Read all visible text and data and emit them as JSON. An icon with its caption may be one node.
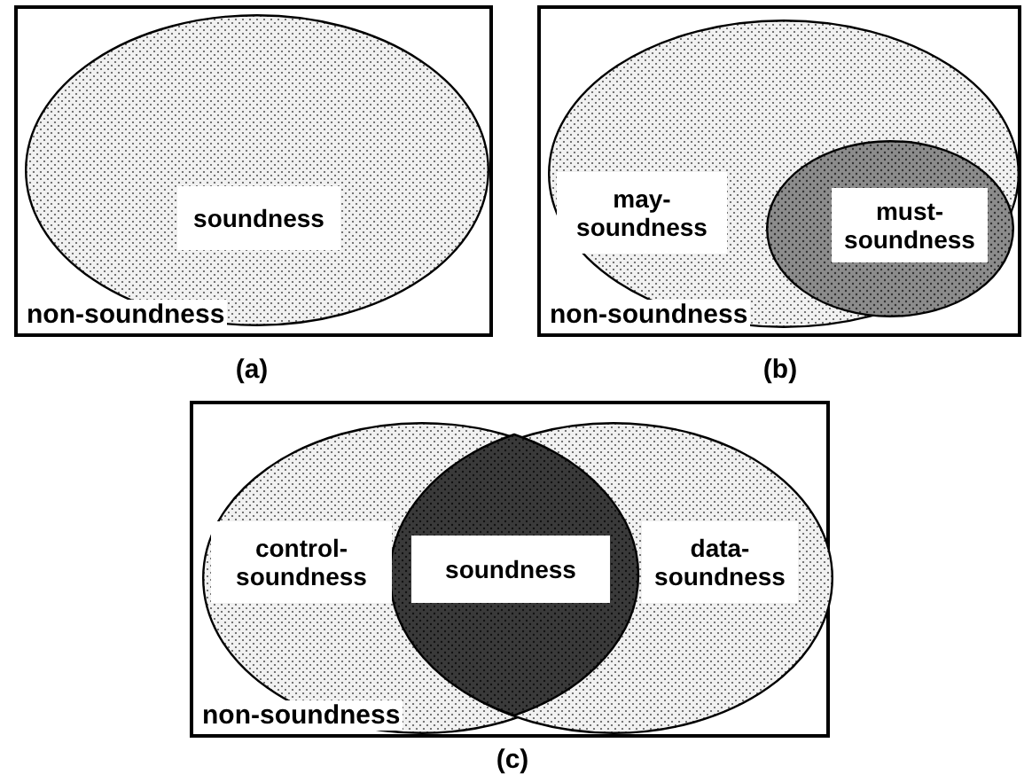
{
  "diagram": {
    "nodes": [
      {
        "text": [
          "non-soundness"
        ]
      },
      {
        "text": [
          "soundness"
        ],
        "in": 0
      },
      {
        "text": [
          "non-soundness"
        ]
      },
      {
        "text": [
          "may-soundness"
        ],
        "in": 2
      },
      {
        "text": [
          "must-soundness"
        ],
        "in": 3
      },
      {
        "text": [
          "non-soundness"
        ]
      },
      {
        "text": [
          "control-soundness"
        ],
        "in": 5
      },
      {
        "text": [
          "data-soundness"
        ],
        "in": 5
      },
      {
        "text": [
          "soundness"
        ]
      }
    ],
    "labels": [
      "(a)",
      "(b)",
      "(c)"
    ]
  }
}
